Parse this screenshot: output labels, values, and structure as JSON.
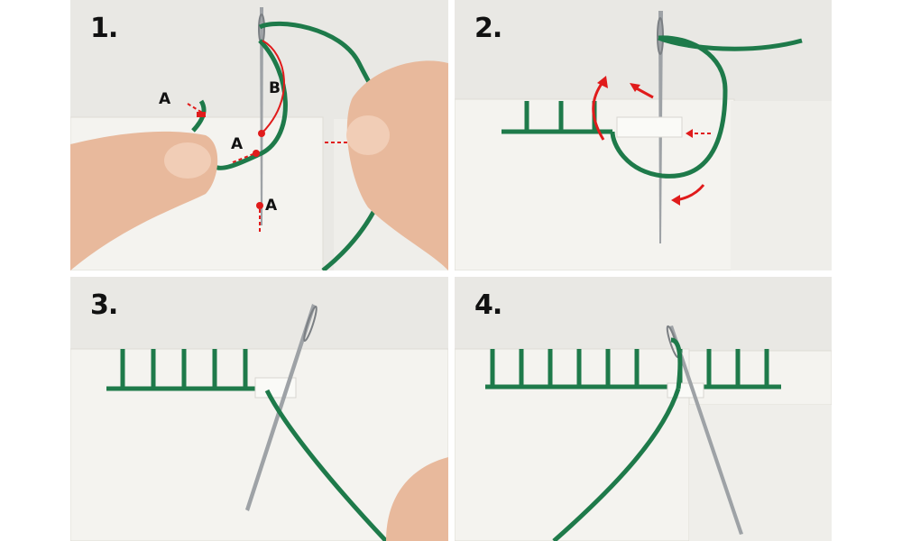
{
  "colors": {
    "thread": "#1e7a4a",
    "annotation": "#e01b1b",
    "fabric": "#f3f2ee",
    "background": "#e9e8e4",
    "skin": "#e8b99c"
  },
  "panels": [
    {
      "step": "1.",
      "labels": [
        "A",
        "B",
        "A",
        "A"
      ]
    },
    {
      "step": "2."
    },
    {
      "step": "3."
    },
    {
      "step": "4."
    }
  ]
}
